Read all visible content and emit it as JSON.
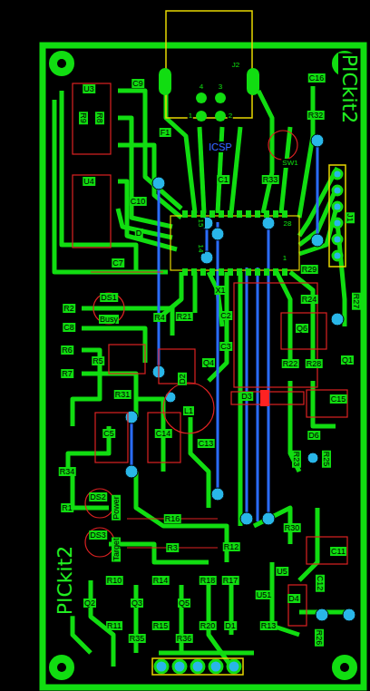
{
  "diagram": {
    "labels": [
      "C9",
      "J2",
      "4",
      "3",
      "1",
      "2",
      "C16",
      "U3",
      "R9",
      "R8",
      "F1",
      "ICSP",
      "R32",
      "SW1",
      "C1",
      "R33",
      "U4",
      "C10",
      "J1",
      "D",
      "15",
      "28",
      "14",
      "1",
      "C7",
      "R29",
      "X1",
      "DS1",
      "R24",
      "R27",
      "R2",
      "R4",
      "R21",
      "C2",
      "Busy",
      "C8",
      "Q6",
      "C3",
      "Q4",
      "R6",
      "R5",
      "Q1",
      "R22",
      "R28",
      "R7",
      "D2",
      "R31",
      "C15",
      "D3",
      "L1",
      "C5",
      "C14",
      "C13",
      "D6",
      "R23",
      "R25",
      "R34",
      "DS2",
      "Power",
      "R1",
      "R16",
      "R30",
      "DS3",
      "Target",
      "R3",
      "R12",
      "C11",
      "U5",
      "C12",
      "R10",
      "R14",
      "R18",
      "R17",
      "U51",
      "D4",
      "Q2",
      "Q3",
      "Q5",
      "R11",
      "R15",
      "R20",
      "D1",
      "R13",
      "R35",
      "R36",
      "R26",
      "PICkit2",
      "PICkit2"
    ]
  }
}
